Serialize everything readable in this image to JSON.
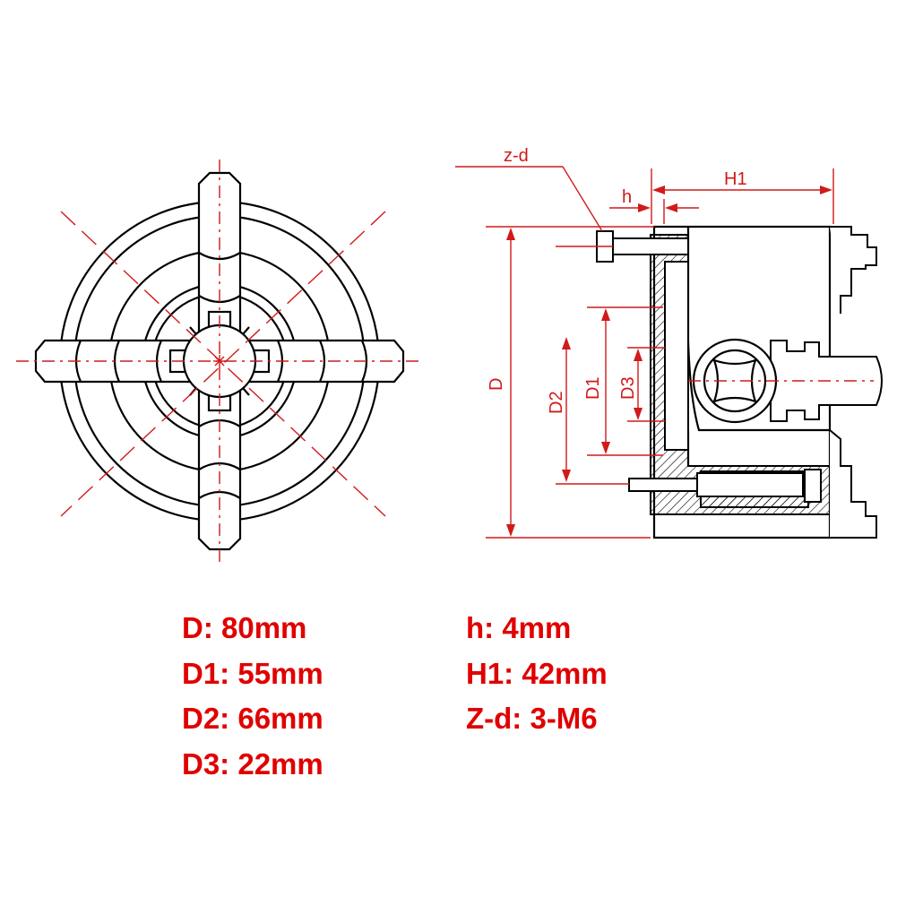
{
  "labels": {
    "zd": "z-d",
    "h": "h",
    "H1": "H1",
    "D": "D",
    "D1": "D1",
    "D2": "D2",
    "D3": "D3"
  },
  "specs": {
    "left": [
      "D: 80mm",
      "D1: 55mm",
      "D2: 66mm",
      "D3: 22mm"
    ],
    "right": [
      "h: 4mm",
      "H1: 42mm",
      "Z-d: 3-M6"
    ]
  },
  "colors": {
    "line": "#000000",
    "dimension": "#d11a1a",
    "spec_text": "#e00000"
  }
}
